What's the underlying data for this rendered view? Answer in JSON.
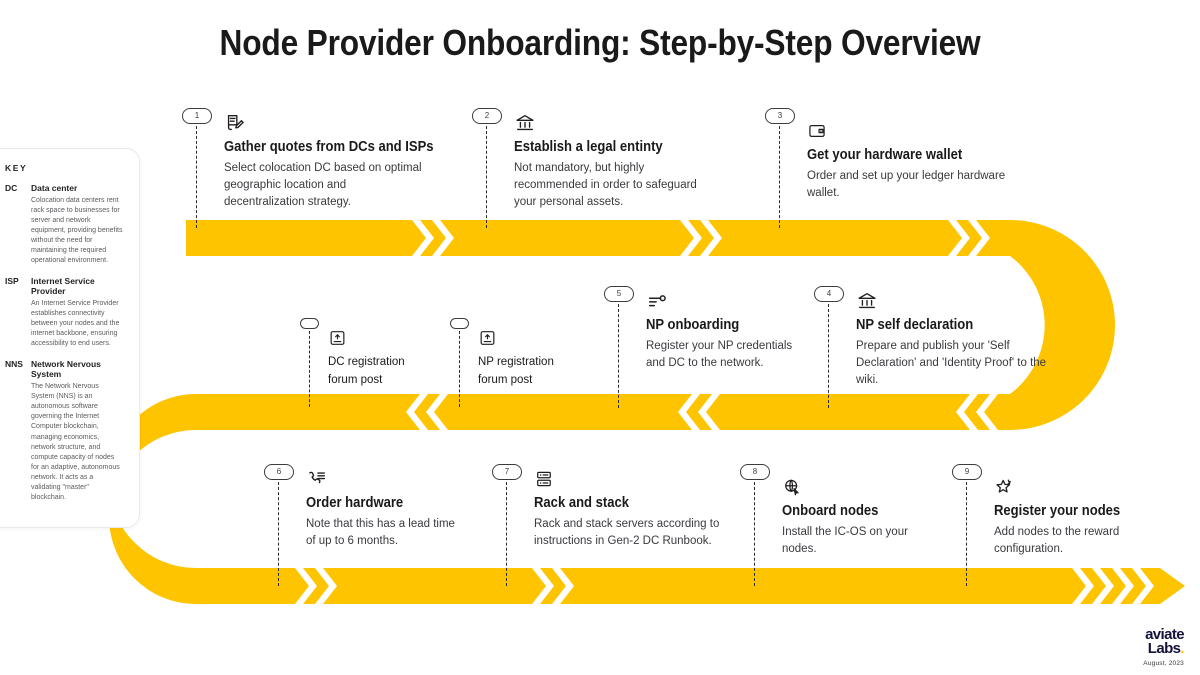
{
  "title": "Node Provider Onboarding: Step-by-Step Overview",
  "colors": {
    "accent_yellow": "#FFC400",
    "ink": "#231F20",
    "body_text": "#3A3A3F",
    "logo_navy": "#14133B"
  },
  "key_panel": {
    "heading": "KEY",
    "entries": [
      {
        "abbr": "DC",
        "term": "Data center",
        "description": "Colocation data centers rent rack space to businesses for server and network equipment, providing benefits without the need for maintaining the required operational environment."
      },
      {
        "abbr": "ISP",
        "term": "Internet Service Provider",
        "description": "An Internet Service Provider establishes connectivity between your nodes and the internet backbone, ensuring accessibility to end users."
      },
      {
        "abbr": "NNS",
        "term": "Network Nervous System",
        "description": "The Network Nervous System (NNS) is an autonomous software governing the Internet Computer blockchain, managing economics, network structure, and compute capacity of nodes for an adaptive, autonomous network. It acts as a validating \"master\" blockchain."
      }
    ]
  },
  "steps": [
    {
      "number": "1",
      "icon": "document-edit-icon",
      "heading": "Gather quotes from DCs and ISPs",
      "description": "Select colocation DC based on optimal geographic location and decentralization strategy."
    },
    {
      "number": "2",
      "icon": "bank-icon",
      "heading": "Establish a legal entinty",
      "description": "Not mandatory, but highly recommended in order to safeguard your personal assets."
    },
    {
      "number": "3",
      "icon": "wallet-icon",
      "heading": "Get your hardware wallet",
      "description": "Order and set up your ledger hardware wallet."
    },
    {
      "number": "4",
      "icon": "bank-icon",
      "heading": "NP self declaration",
      "description": "Prepare and publish your 'Self Declaration' and 'Identity Proof' to the wiki."
    },
    {
      "number": "5",
      "icon": "slider-icon",
      "heading": "NP onboarding",
      "description": "Register your NP credentials and DC to the network."
    },
    {
      "number": "6",
      "icon": "phone-list-icon",
      "heading": "Order hardware",
      "description": "Note that this has a lead time of up to 6 months."
    },
    {
      "number": "7",
      "icon": "server-rack-icon",
      "heading": "Rack and stack",
      "description": "Rack and stack servers according to instructions in Gen-2 DC Runbook."
    },
    {
      "number": "8",
      "icon": "globe-cursor-icon",
      "heading": "Onboard nodes",
      "description": "Install the IC-OS on your nodes."
    },
    {
      "number": "9",
      "icon": "star-outline-icon",
      "heading": "Register your nodes",
      "description": "Add nodes to the reward configuration."
    }
  ],
  "sub_steps": [
    {
      "number": "",
      "icon": "upload-post-icon",
      "heading_line1": "DC registration",
      "heading_line2": "forum post"
    },
    {
      "number": "",
      "icon": "upload-post-icon",
      "heading_line1": "NP registration",
      "heading_line2": "forum post"
    }
  ],
  "footer": {
    "logo_line1": "aviate",
    "logo_line2": "Labs",
    "logo_dot": ".",
    "date": "August, 2023"
  }
}
